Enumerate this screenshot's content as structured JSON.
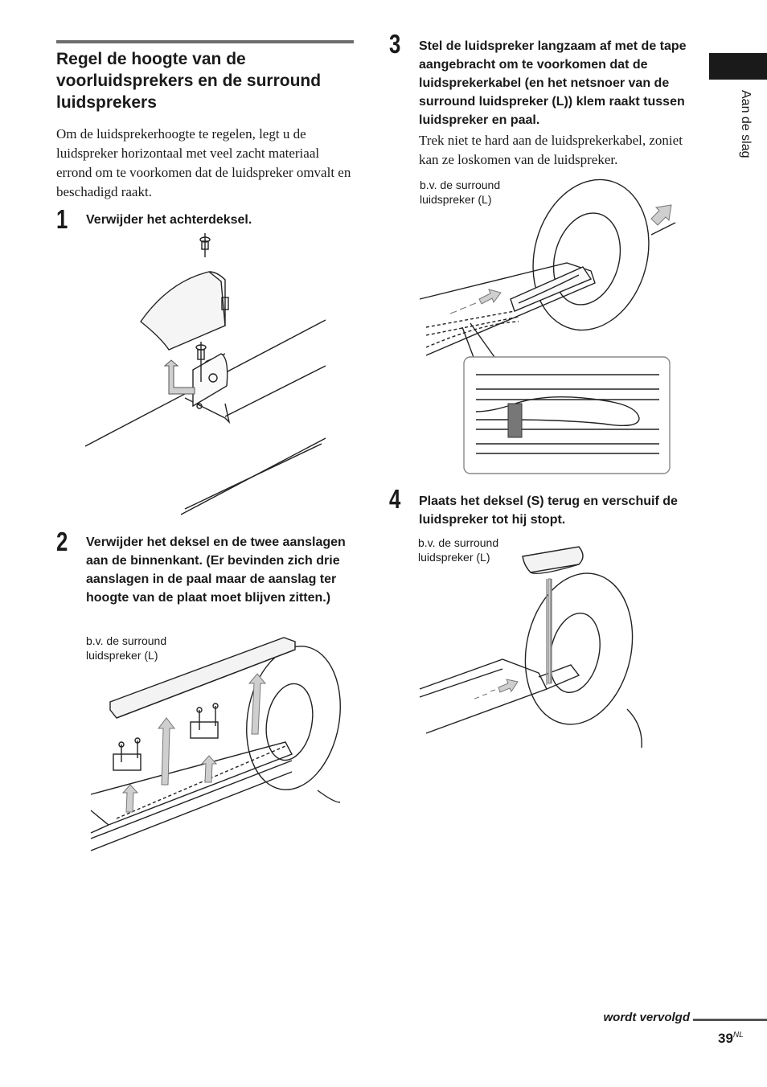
{
  "section": {
    "title": "Regel de hoogte van de voorluidsprekers en de surround luidsprekers",
    "intro": "Om de luidsprekerhoogte te regelen, legt u de luidspreker horizontaal met veel zacht materiaal errond om te voorkomen dat de luidspreker omvalt en beschadigd raakt."
  },
  "steps": [
    {
      "number": "1",
      "text": "Verwijder het achterdeksel."
    },
    {
      "number": "2",
      "text": "Verwijder het deksel en de twee aanslagen aan de binnenkant. (Er bevinden zich drie aanslagen in de paal maar de aanslag ter hoogte van de plaat moet blijven zitten.)",
      "caption": "b.v. de surround luidspreker (L)"
    },
    {
      "number": "3",
      "text": "Stel de luidspreker langzaam af met de tape aangebracht om te voorkomen dat de luidsprekerkabel (en het netsnoer van de surround luidspreker (L)) klem raakt tussen luidspreker en paal.",
      "note": "Trek niet te hard aan de luidsprekerkabel, zoniet kan ze loskomen van de luidspreker.",
      "caption": "b.v. de surround luidspreker (L)"
    },
    {
      "number": "4",
      "text": "Plaats het deksel (S) terug en verschuif de luidspreker tot hij stopt.",
      "caption": "b.v. de surround luidspreker (L)"
    }
  ],
  "side_tab": {
    "label": "Aan de slag"
  },
  "footer": {
    "continued": "wordt vervolgd",
    "page_number": "39",
    "page_suffix": "NL"
  }
}
